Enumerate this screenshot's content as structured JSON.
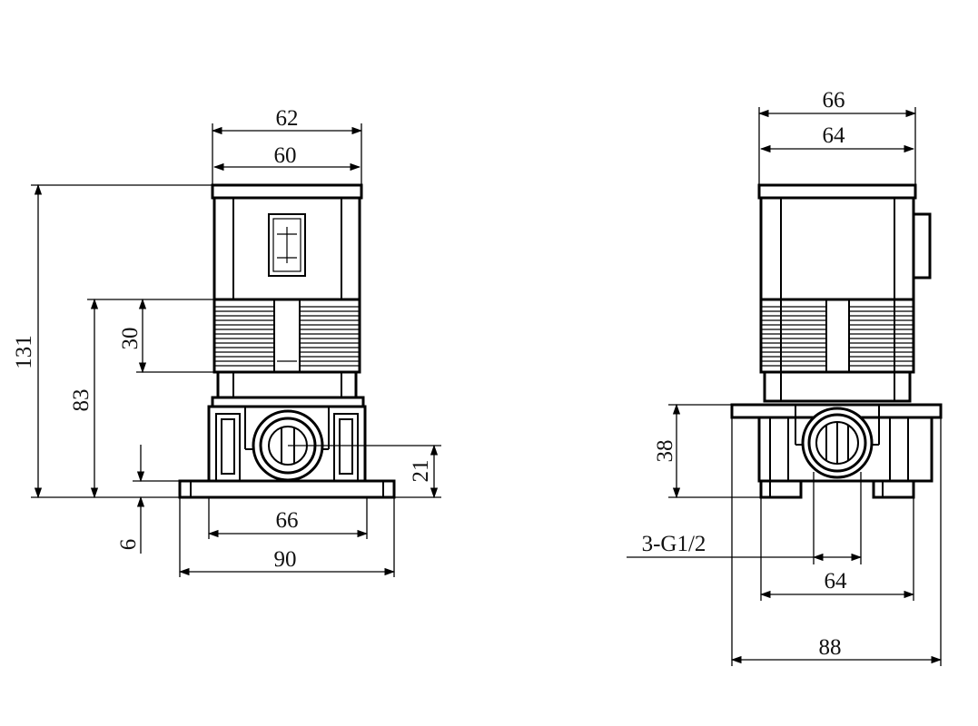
{
  "front_view": {
    "top_outer_width": "62",
    "top_inner_width": "60",
    "total_height": "131",
    "height_to_band_top": "83",
    "band_height": "30",
    "outlet_height": "21",
    "base_thickness": "6",
    "base_hole_spacing": "66",
    "base_width": "90"
  },
  "side_view": {
    "top_outer_width": "66",
    "top_inner_width": "64",
    "outlet_height": "38",
    "thread_label": "3-G1/2",
    "base_hole_spacing": "64",
    "base_width": "88"
  }
}
